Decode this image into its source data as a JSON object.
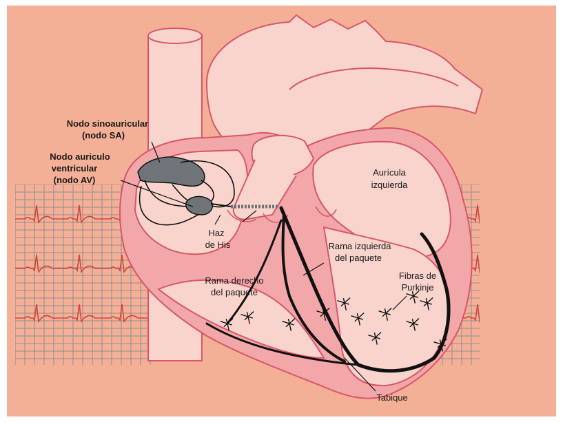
{
  "colors": {
    "background": "#f4b096",
    "heart_fill": "#f8d4cc",
    "heart_outline": "#d8556a",
    "wall_fill": "#f2a7a8",
    "ecg_line": "#d2453f",
    "grid_line": "#8e8e8e",
    "node_fill": "#6f7478",
    "conduction": "#111111"
  },
  "labels": {
    "sa_node_line1": "Nodo sinoauricular",
    "sa_node_line2": "(nodo SA)",
    "av_node_line1": "Nodo auriculo",
    "av_node_line2": "ventricular",
    "av_node_line3": "(nodo AV)",
    "his_line1": "Haz",
    "his_line2": "de His",
    "left_atrium_line1": "Aurícula",
    "left_atrium_line2": "izquierda",
    "left_branch_line1": "Rama izquierda",
    "left_branch_line2": "del paquete",
    "right_branch_line1": "Rama derecho",
    "right_branch_line2": "del paquete",
    "purkinje_line1": "Fibras de",
    "purkinje_line2": "Purkinje",
    "septum": "Tabique"
  },
  "icons": [
    "sa-node-icon",
    "av-node-icon",
    "bundle-of-his-icon",
    "purkinje-fibers-icon",
    "ecg-trace-icon"
  ]
}
